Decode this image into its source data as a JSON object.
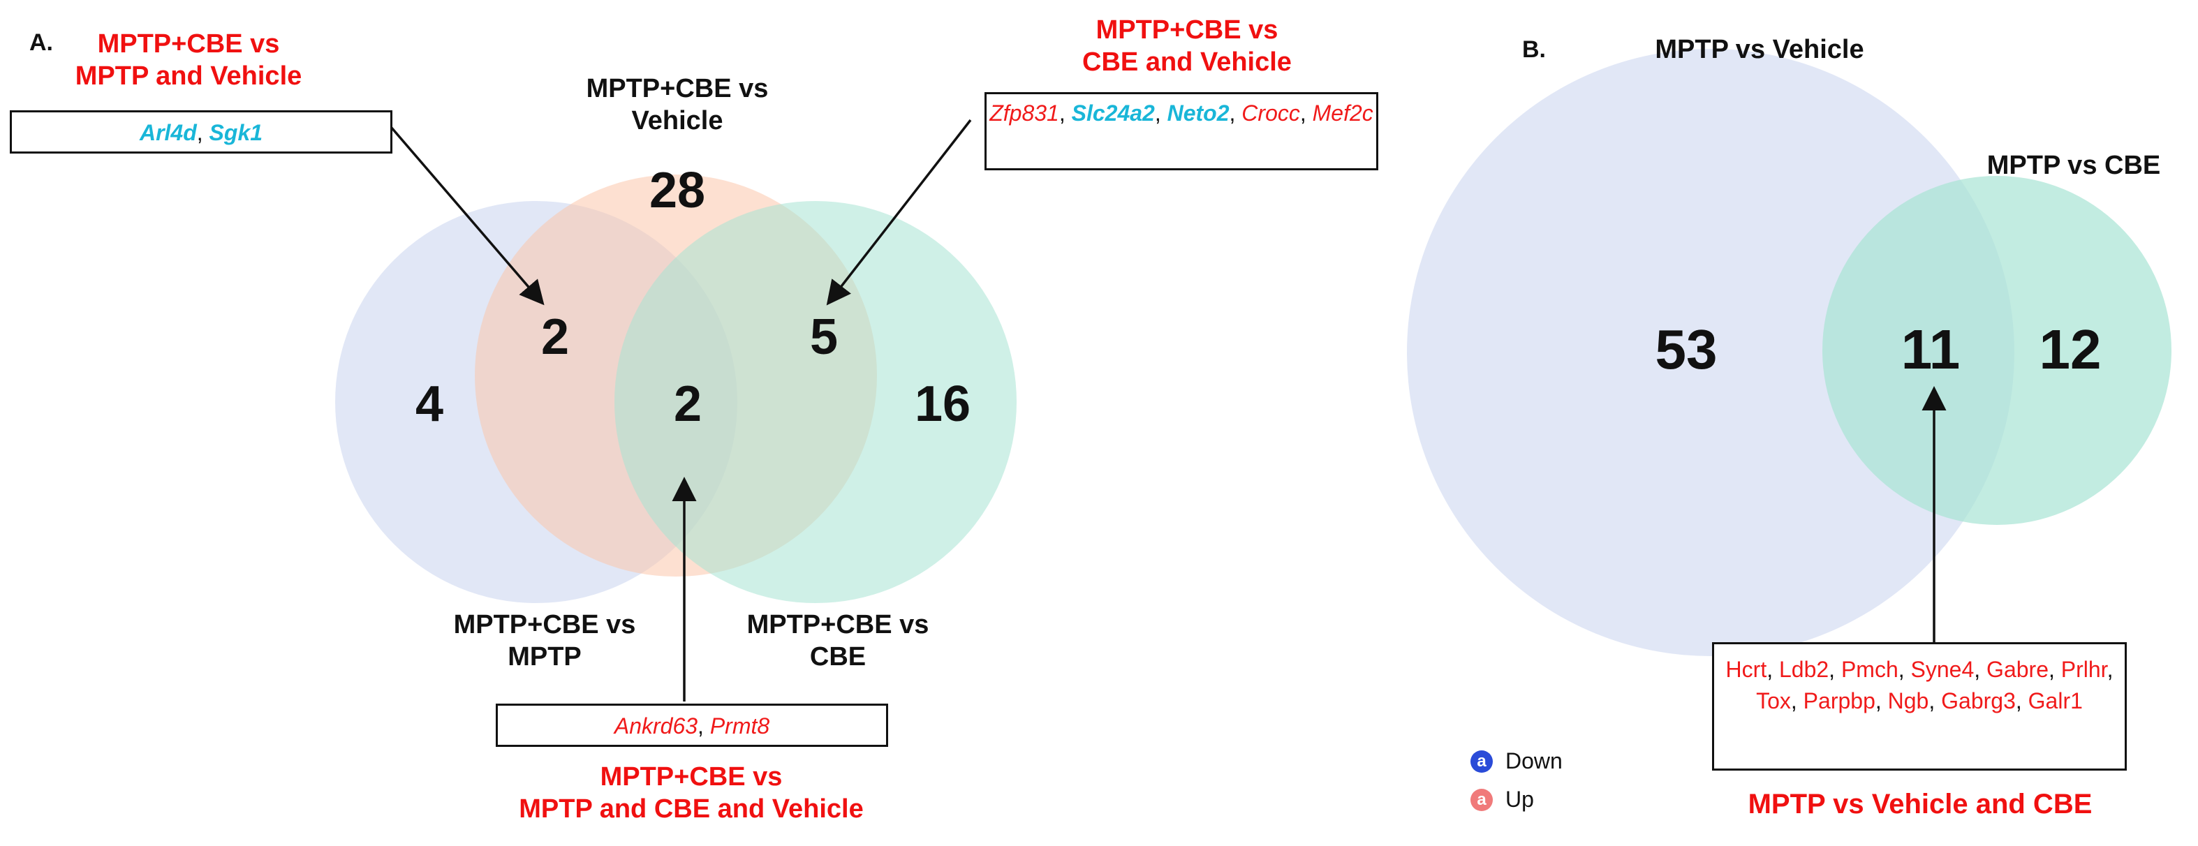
{
  "panel_a": {
    "label": "A.",
    "set_labels": {
      "vehicle": "MPTP+CBE vs\nVehicle",
      "mptp": "MPTP+CBE vs\nMPTP",
      "cbe": "MPTP+CBE vs\nCBE"
    },
    "region_counts": {
      "vehicle_only": "28",
      "mptp_only": "4",
      "cbe_only": "16",
      "mptp_vehicle": "2",
      "cbe_vehicle": "5",
      "all_three": "2"
    },
    "callouts": {
      "mptp_vehicle": {
        "title": "MPTP+CBE vs\nMPTP and Vehicle",
        "genes": [
          {
            "name": "Arl4d",
            "direction": "down"
          },
          {
            "name": "Sgk1",
            "direction": "down"
          }
        ]
      },
      "cbe_vehicle": {
        "title": "MPTP+CBE vs\nCBE and Vehicle",
        "genes": [
          {
            "name": "Zfp831",
            "direction": "up"
          },
          {
            "name": "Slc24a2",
            "direction": "down"
          },
          {
            "name": "Neto2",
            "direction": "down"
          },
          {
            "name": "Crocc",
            "direction": "up"
          },
          {
            "name": "Mef2c",
            "direction": "up"
          }
        ]
      },
      "all_three": {
        "title": "MPTP+CBE vs\nMPTP and CBE and Vehicle",
        "genes": [
          {
            "name": "Ankrd63",
            "direction": "up"
          },
          {
            "name": "Prmt8",
            "direction": "up"
          }
        ]
      }
    }
  },
  "panel_b": {
    "label": "B.",
    "set_labels": {
      "mptp_vs_vehicle": "MPTP vs Vehicle",
      "mptp_vs_cbe": "MPTP vs CBE"
    },
    "region_counts": {
      "vehicle_only": "53",
      "overlap": "11",
      "cbe_only": "12"
    },
    "callout": {
      "title": "MPTP vs Vehicle and CBE",
      "genes": [
        {
          "name": "Hcrt",
          "direction": "up"
        },
        {
          "name": "Ldb2",
          "direction": "up"
        },
        {
          "name": "Pmch",
          "direction": "up"
        },
        {
          "name": "Syne4",
          "direction": "up"
        },
        {
          "name": "Gabre",
          "direction": "up"
        },
        {
          "name": "Prlhr",
          "direction": "up"
        },
        {
          "name": "Tox",
          "direction": "up"
        },
        {
          "name": "Parpbp",
          "direction": "up"
        },
        {
          "name": "Ngb",
          "direction": "up"
        },
        {
          "name": "Gabrg3",
          "direction": "up"
        },
        {
          "name": "Galr1",
          "direction": "up"
        }
      ]
    }
  },
  "legend": [
    {
      "label": "Down",
      "icon": "a",
      "color": "#2a4bd8"
    },
    {
      "label": "Up",
      "icon": "a",
      "color": "#f07a7a"
    }
  ],
  "colors": {
    "blue_set": "#dce3f3",
    "orange_set": "#fbd8c4",
    "green_set": "#bfeadf",
    "up_text": "#f01a1a",
    "down_text": "#19b6d8",
    "title_red": "#f01010"
  }
}
